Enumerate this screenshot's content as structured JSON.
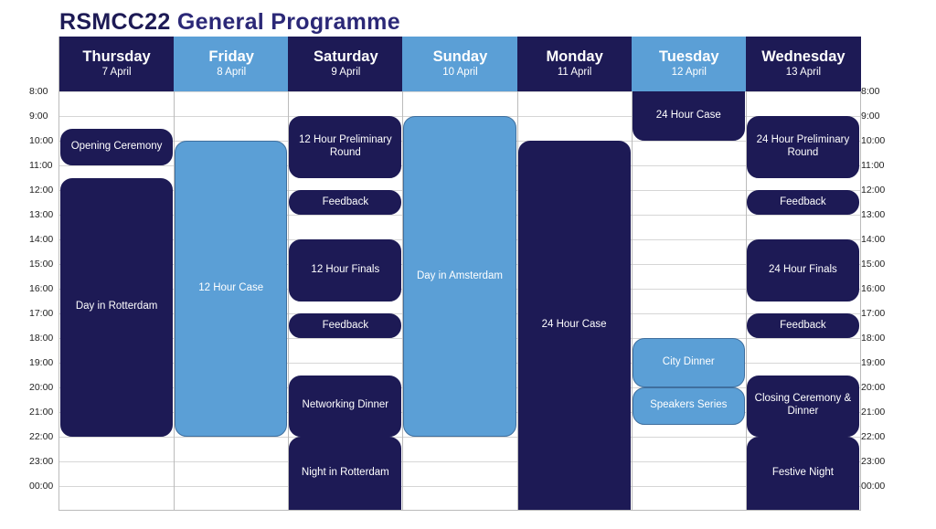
{
  "title_part1": "RSMCC22",
  "title_part2": "General Programme",
  "colors": {
    "dark": "#1d1a55",
    "light": "#5b9fd6"
  },
  "days": [
    {
      "name": "Thursday",
      "date": "7 April",
      "style": "dark"
    },
    {
      "name": "Friday",
      "date": "8 April",
      "style": "light"
    },
    {
      "name": "Saturday",
      "date": "9 April",
      "style": "dark"
    },
    {
      "name": "Sunday",
      "date": "10 April",
      "style": "light"
    },
    {
      "name": "Monday",
      "date": "11 April",
      "style": "dark"
    },
    {
      "name": "Tuesday",
      "date": "12 April",
      "style": "light"
    },
    {
      "name": "Wednesday",
      "date": "13 April",
      "style": "dark"
    }
  ],
  "hours": [
    "8:00",
    "9:00",
    "10:00",
    "11:00",
    "12:00",
    "13:00",
    "14:00",
    "15:00",
    "16:00",
    "17:00",
    "18:00",
    "19:00",
    "20:00",
    "21:00",
    "22:00",
    "23:00",
    "00:00"
  ],
  "events": [
    {
      "day": 0,
      "label": "Opening Ceremony",
      "start": "9:30",
      "end": "11:00",
      "style": "dark"
    },
    {
      "day": 0,
      "label": "Day in Rotterdam",
      "start": "11:30",
      "end": "22:00",
      "style": "dark"
    },
    {
      "day": 1,
      "label": "12 Hour Case",
      "start": "10:00",
      "end": "22:00",
      "style": "light"
    },
    {
      "day": 2,
      "label": "12 Hour Preliminary Round",
      "start": "9:00",
      "end": "11:30",
      "style": "dark"
    },
    {
      "day": 2,
      "label": "Feedback",
      "start": "12:00",
      "end": "13:00",
      "style": "dark"
    },
    {
      "day": 2,
      "label": "12 Hour Finals",
      "start": "14:00",
      "end": "16:30",
      "style": "dark"
    },
    {
      "day": 2,
      "label": "Feedback",
      "start": "17:00",
      "end": "18:00",
      "style": "dark"
    },
    {
      "day": 2,
      "label": "Networking Dinner",
      "start": "19:30",
      "end": "22:00",
      "style": "dark"
    },
    {
      "day": 2,
      "label": "Night in Rotterdam",
      "start": "22:00",
      "end": "01:00",
      "style": "dark"
    },
    {
      "day": 3,
      "label": "Day in Amsterdam",
      "start": "9:00",
      "end": "22:00",
      "style": "light"
    },
    {
      "day": 4,
      "label": "24 Hour Case",
      "start": "10:00",
      "end": "01:00",
      "style": "dark"
    },
    {
      "day": 5,
      "label": "24 Hour Case",
      "start": "8:00",
      "end": "10:00",
      "style": "dark"
    },
    {
      "day": 5,
      "label": "City Dinner",
      "start": "18:00",
      "end": "20:00",
      "style": "light"
    },
    {
      "day": 5,
      "label": "Speakers Series",
      "start": "20:00",
      "end": "21:30",
      "style": "light"
    },
    {
      "day": 6,
      "label": "24 Hour Preliminary Round",
      "start": "9:00",
      "end": "11:30",
      "style": "dark"
    },
    {
      "day": 6,
      "label": "Feedback",
      "start": "12:00",
      "end": "13:00",
      "style": "dark"
    },
    {
      "day": 6,
      "label": "24 Hour Finals",
      "start": "14:00",
      "end": "16:30",
      "style": "dark"
    },
    {
      "day": 6,
      "label": "Feedback",
      "start": "17:00",
      "end": "18:00",
      "style": "dark"
    },
    {
      "day": 6,
      "label": "Closing Ceremony & Dinner",
      "start": "19:30",
      "end": "22:00",
      "style": "dark"
    },
    {
      "day": 6,
      "label": "Festive Night",
      "start": "22:00",
      "end": "01:00",
      "style": "dark"
    }
  ]
}
